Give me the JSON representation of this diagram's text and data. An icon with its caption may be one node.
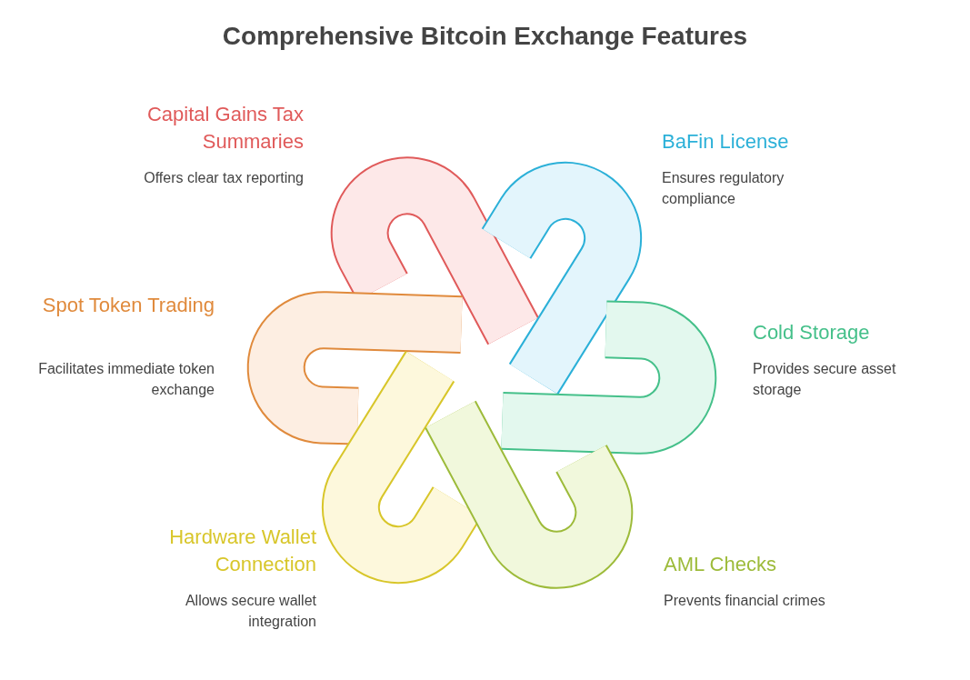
{
  "diagram": {
    "title": "Comprehensive Bitcoin Exchange Features",
    "nodes": [
      {
        "text": [
          "Capital Gains Tax Summaries",
          "Offers clear tax reporting"
        ]
      },
      {
        "text": [
          "BaFin License",
          "Ensures regulatory compliance"
        ]
      },
      {
        "text": [
          "Spot Token Trading",
          "Facilitates immediate token exchange"
        ]
      },
      {
        "text": [
          "Cold Storage",
          "Provides secure asset storage"
        ]
      },
      {
        "text": [
          "Hardware Wallet Connection",
          "Allows secure wallet integration"
        ]
      },
      {
        "text": [
          "AML Checks",
          "Prevents financial crimes"
        ]
      }
    ]
  }
}
